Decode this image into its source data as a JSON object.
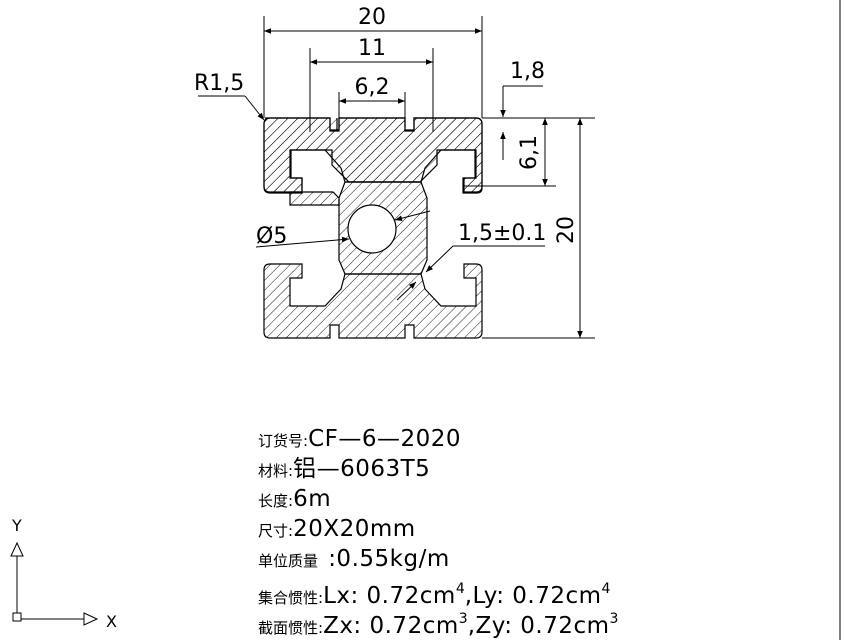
{
  "dimensions": {
    "width_overall": "20",
    "slot_outer_width": "11",
    "slot_opening": "6,2",
    "lip_thickness": "1,8",
    "slot_depth": "6,1",
    "height_overall": "20",
    "corner_radius": "R1,5",
    "bore_diameter": "Ø5",
    "wall_thickness": "1,5±0.1"
  },
  "spec": {
    "order_no": {
      "label": "订货号:",
      "value": "CF—6—2020"
    },
    "material": {
      "label": "材料:",
      "value": "铝—6063T5"
    },
    "length": {
      "label": "长度:",
      "value": "6m"
    },
    "size": {
      "label": "尺寸:",
      "value": "20X20mm"
    },
    "unit_mass": {
      "label": "单位质量",
      "value": ":0.55kg/m"
    },
    "inertia": {
      "label": "集合惯性:",
      "lx": "Lx: 0.72cm",
      "lx_exp": "4",
      "sep": ",",
      "ly": "Ly: 0.72cm",
      "ly_exp": "4"
    },
    "section_modulus": {
      "label": "截面惯性:",
      "zx": "Zx: 0.72cm",
      "zx_exp": "3",
      "sep": ",",
      "zy": "Zy: 0.72cm",
      "zy_exp": "3"
    }
  },
  "ucs": {
    "x_label": "X",
    "y_label": "Y"
  }
}
